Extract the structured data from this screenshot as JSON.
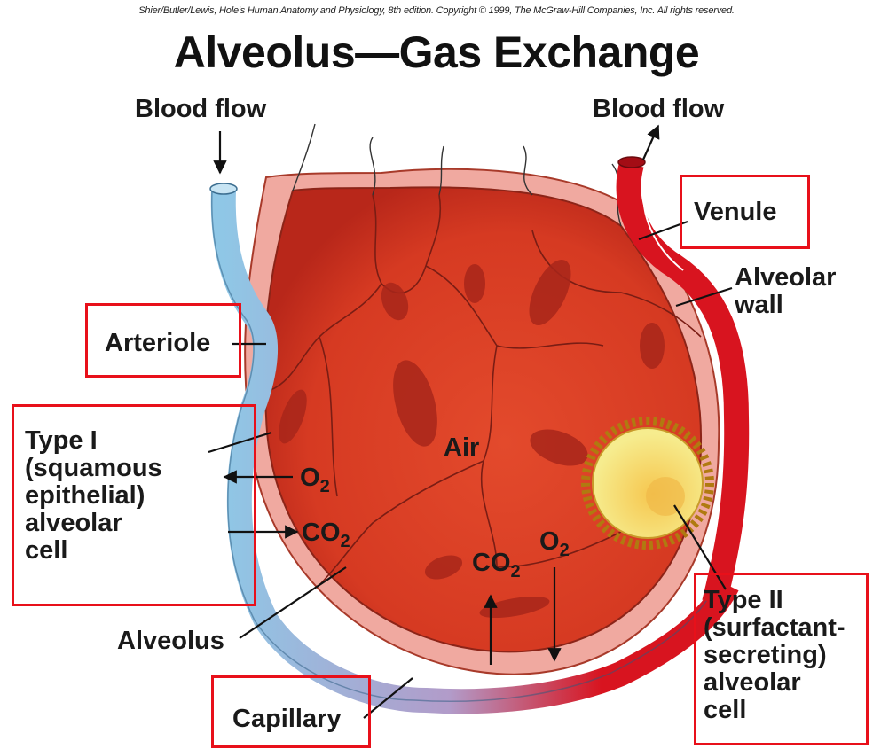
{
  "credit": "Shier/Butler/Lewis, Hole's Human Anatomy and Physiology, 8th edition. Copyright © 1999, The McGraw-Hill Companies, Inc. All rights reserved.",
  "title": "Alveolus—Gas Exchange",
  "labels": {
    "blood_flow_left": "Blood flow",
    "blood_flow_right": "Blood flow",
    "venule": "Venule",
    "alveolar_wall": [
      "Alveolar",
      "wall"
    ],
    "arteriole": "Arteriole",
    "type_one": [
      "Type I",
      "(squamous",
      "epithelial)",
      "alveolar",
      "cell"
    ],
    "air": "Air",
    "o2_left": "O2",
    "co2_left": "CO2",
    "co2_bottom": "CO2",
    "o2_bottom": "O2",
    "alveolus": "Alveolus",
    "capillary": "Capillary",
    "type_two": [
      "Type II",
      "(surfactant-",
      "secreting)",
      "alveolar",
      "cell"
    ]
  },
  "colors": {
    "highlight_box": "#e8101a",
    "arteriole": "#8fc7e6",
    "venule": "#d8141f",
    "alveolus_fill": "#d93a24",
    "type_two_cell": "#f3e07a"
  }
}
